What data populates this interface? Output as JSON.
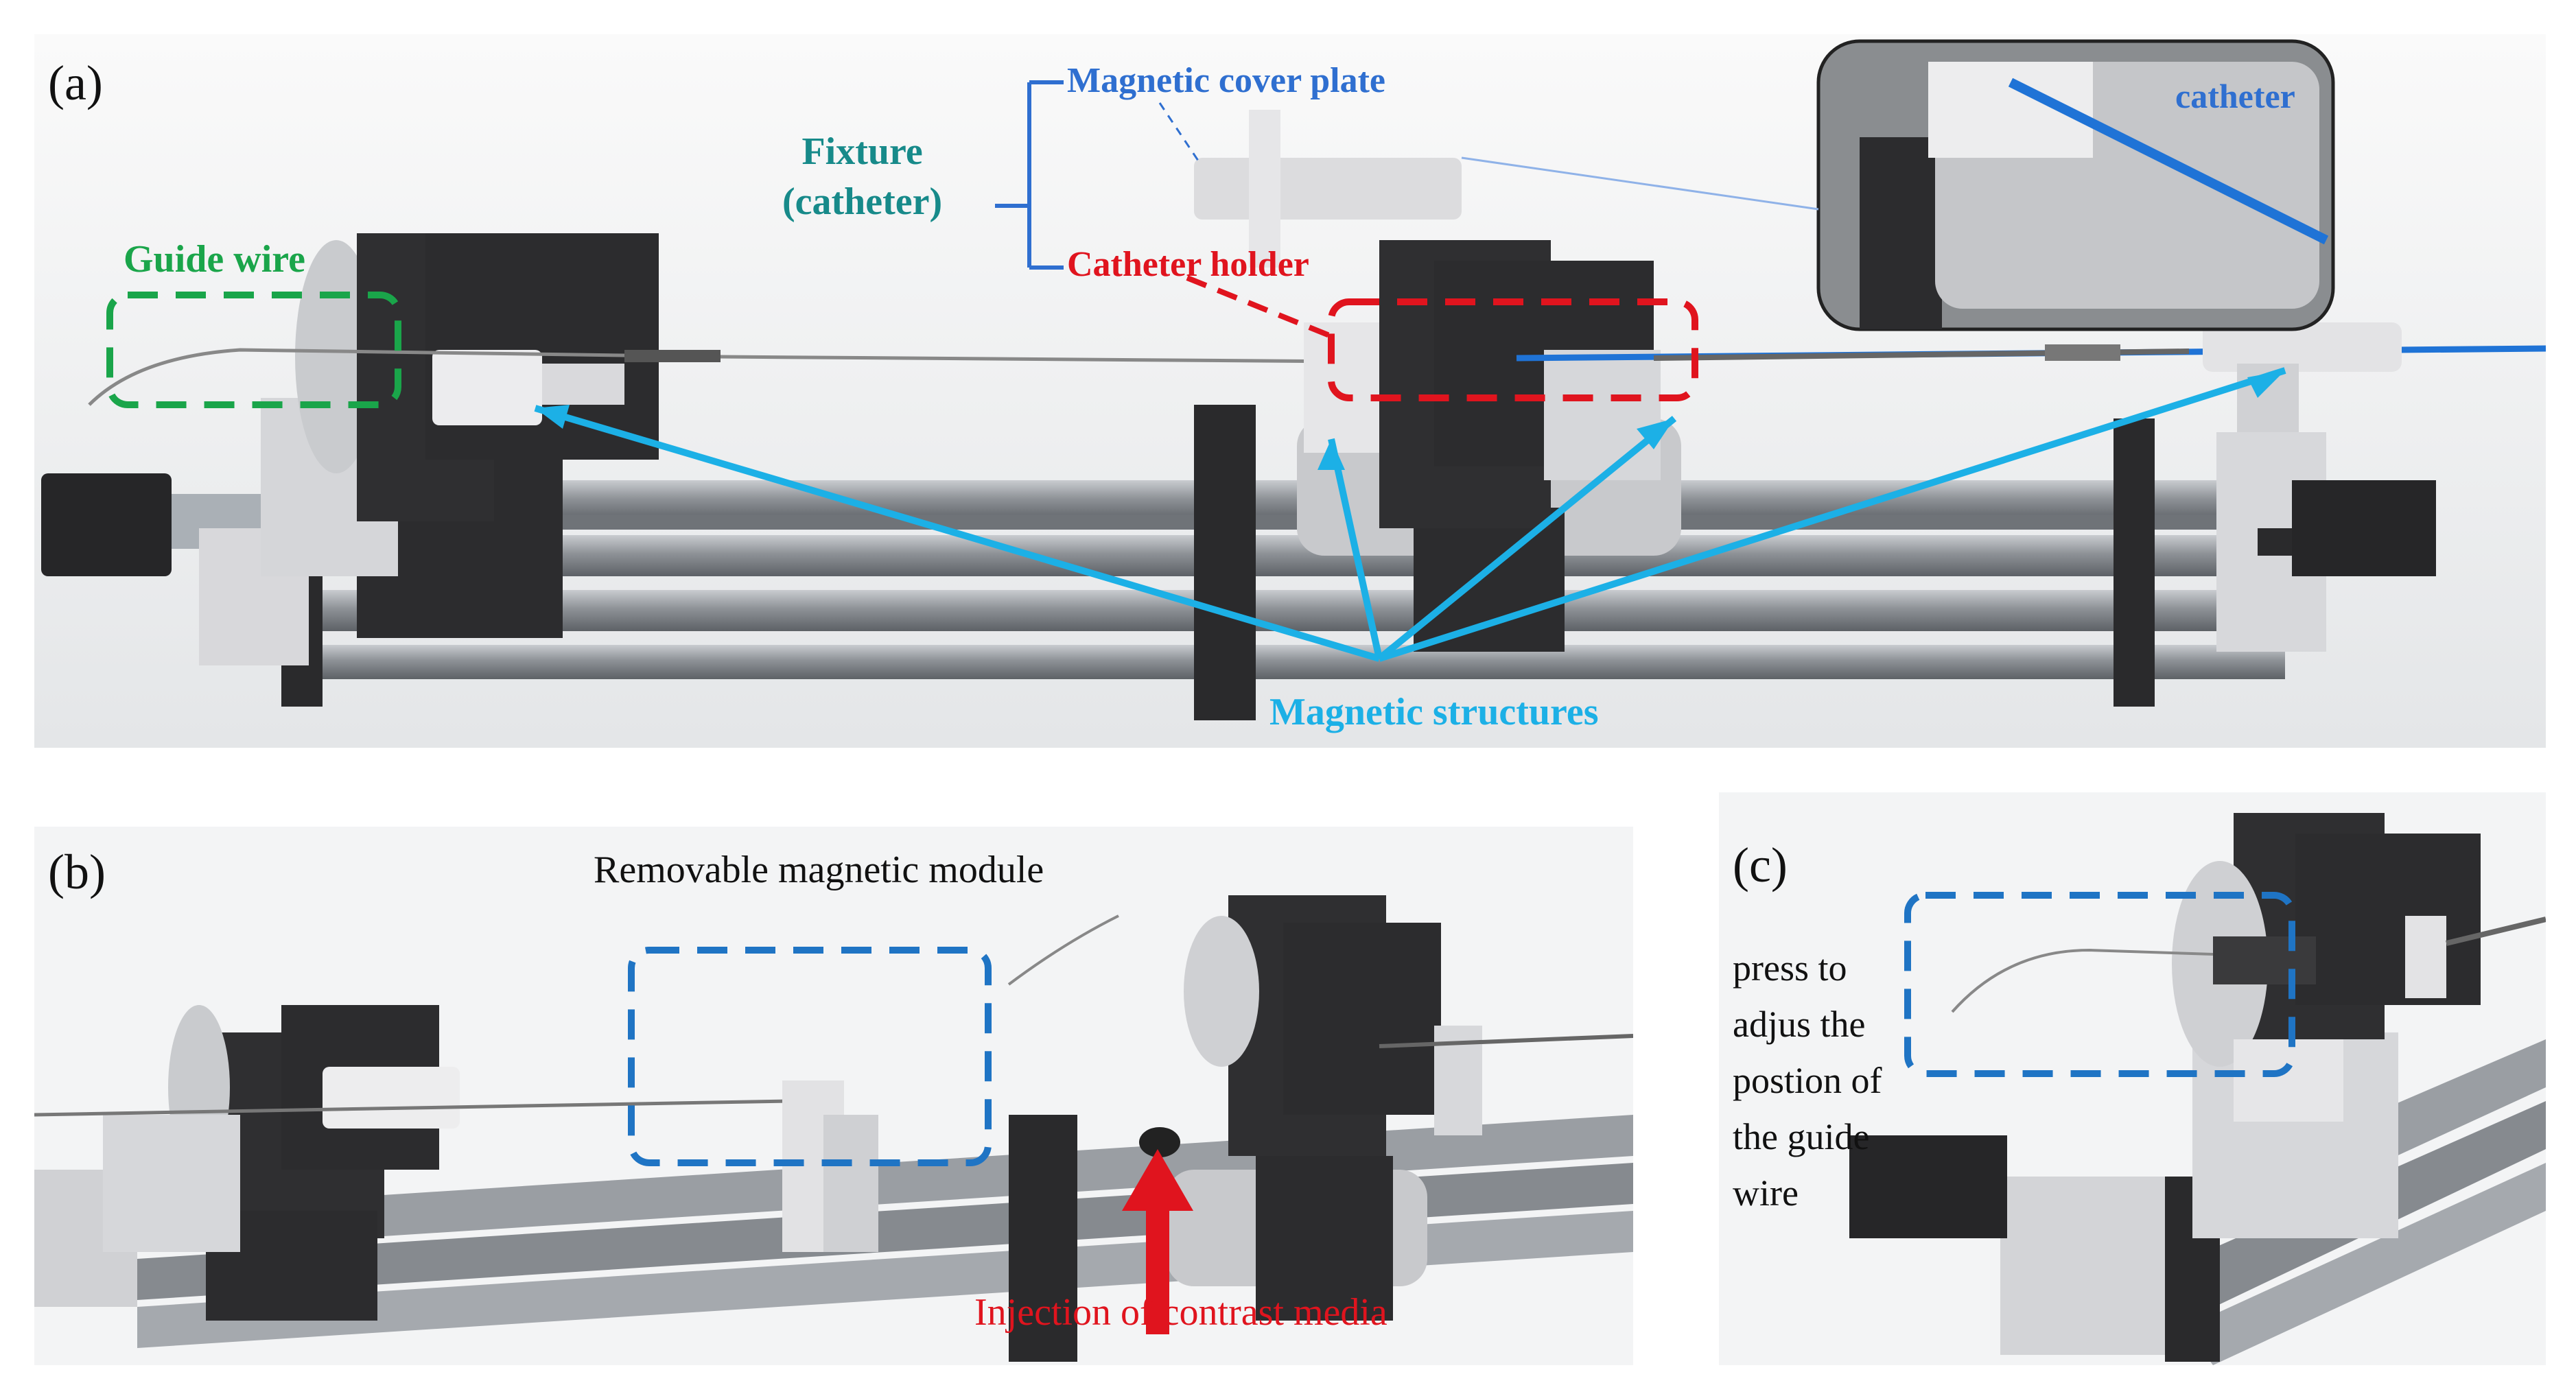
{
  "panel_a": {
    "label": "(a)",
    "guide_wire": "Guide wire",
    "fixture_line1": "Fixture",
    "fixture_line2": "(catheter)",
    "magnetic_cover_plate": "Magnetic cover plate",
    "catheter_holder": "Catheter holder",
    "catheter": "catheter",
    "magnetic_structures": "Magnetic structures"
  },
  "panel_b": {
    "label": "(b)",
    "removable_module": "Removable magnetic module",
    "injection": "Injection of contrast media"
  },
  "panel_c": {
    "label": "(c)",
    "note_lines": [
      "press to",
      "adjus the",
      "postion of",
      "the guide",
      "wire"
    ]
  },
  "colors": {
    "green": "#1aa54a",
    "teal": "#178a8a",
    "blue": "#2f6fd0",
    "red": "#e0141e",
    "cyan": "#1cb0e6",
    "dash_blue": "#1f74c4",
    "motor": "#2c2c2e",
    "rail": "#9a9ea3",
    "printed": "#d9d9dc"
  }
}
